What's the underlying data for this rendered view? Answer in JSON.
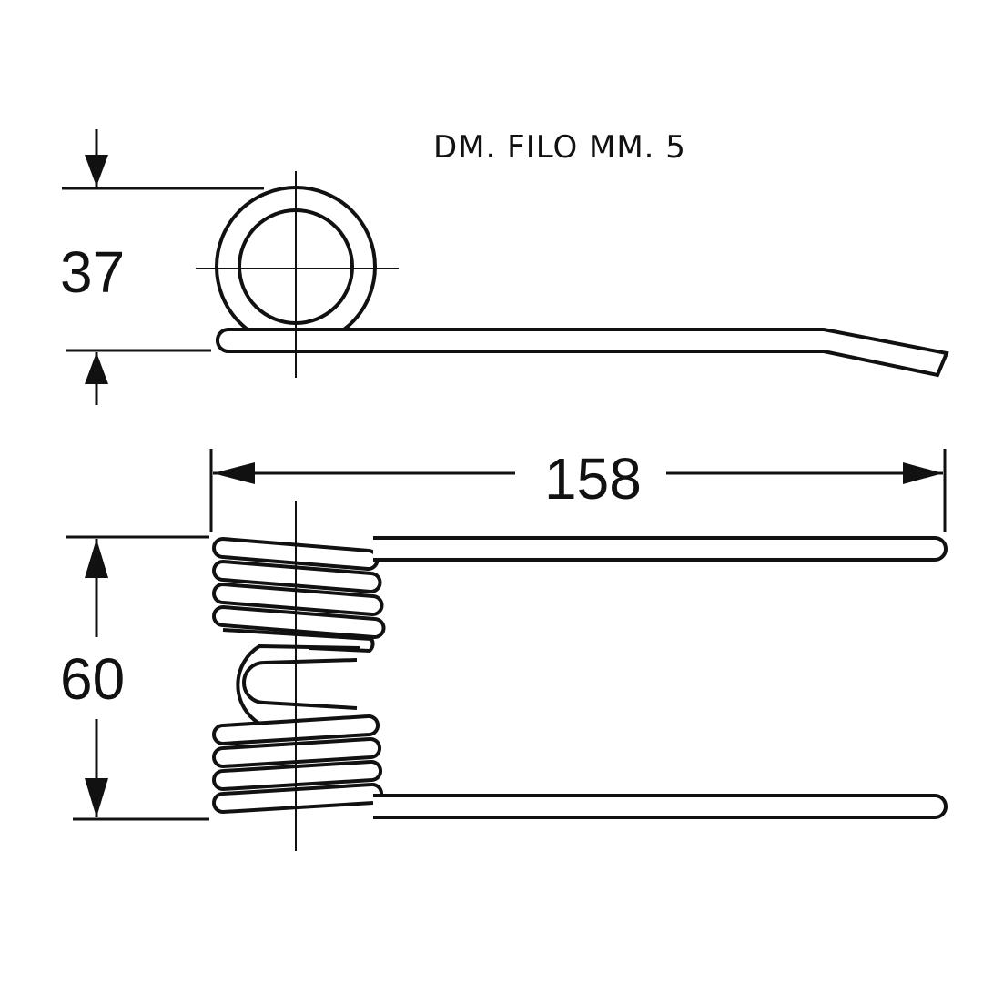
{
  "note": "DM. FILO MM. 5",
  "dimensions": {
    "coil_outer_diameter": "37",
    "overall_length": "158",
    "overall_width": "60"
  },
  "colors": {
    "line": "#111111",
    "background": "#ffffff"
  }
}
